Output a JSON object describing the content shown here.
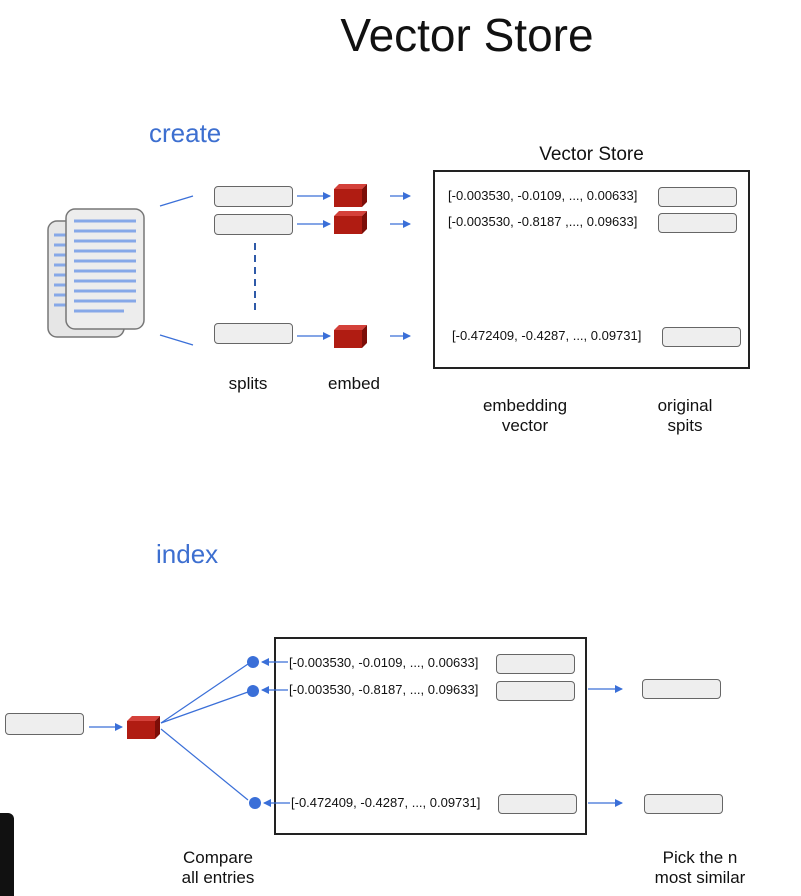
{
  "title": "Vector Store",
  "create": {
    "heading": "create",
    "store_title": "Vector Store",
    "vectors": [
      "[-0.003530, -0.0109, ..., 0.00633]",
      "[-0.003530, -0.8187 ,..., 0.09633]",
      "[-0.472409, -0.4287, ..., 0.09731]"
    ],
    "labels": {
      "splits": "splits",
      "embed": "embed",
      "embedding_vector": "embedding\nvector",
      "original_splits": "original\nspits"
    }
  },
  "index": {
    "heading": "index",
    "vectors": [
      "[-0.003530, -0.0109, ..., 0.00633]",
      "[-0.003530, -0.8187, ..., 0.09633]",
      "[-0.472409, -0.4287, ..., 0.09731]"
    ],
    "labels": {
      "compare": "Compare\nall entries",
      "pick": "Pick the n\nmost similar"
    }
  },
  "colors": {
    "accent_blue": "#3d6fd0",
    "arrow_blue": "#3a6fd8",
    "embed_red": "#b01c12",
    "doc_line_blue": "#86a8e8"
  }
}
